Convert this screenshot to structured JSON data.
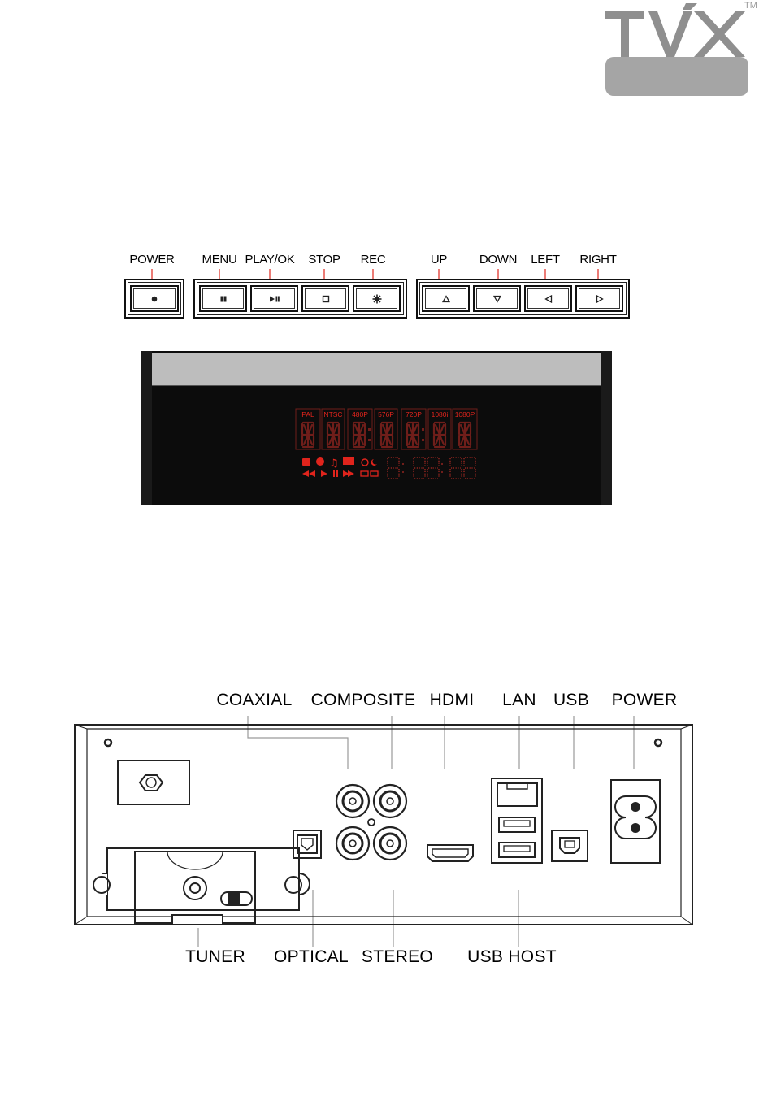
{
  "logo": {
    "brand": "TVX",
    "trademark": "TM"
  },
  "front_buttons": [
    {
      "id": "power",
      "label": "POWER",
      "icon": "power-dot-icon"
    },
    {
      "id": "menu",
      "label": "MENU",
      "icon": "menu-icon"
    },
    {
      "id": "play-ok",
      "label": "PLAY/OK",
      "icon": "play-pause-icon"
    },
    {
      "id": "stop",
      "label": "STOP",
      "icon": "stop-icon"
    },
    {
      "id": "rec",
      "label": "REC",
      "icon": "record-icon"
    },
    {
      "id": "up",
      "label": "UP",
      "icon": "triangle-up-icon"
    },
    {
      "id": "down",
      "label": "DOWN",
      "icon": "triangle-down-icon"
    },
    {
      "id": "left",
      "label": "LEFT",
      "icon": "triangle-left-icon"
    },
    {
      "id": "right",
      "label": "RIGHT",
      "icon": "triangle-right-icon"
    }
  ],
  "display": {
    "formats": [
      "PAL",
      "NTSC",
      "480P",
      "576P",
      "720P",
      "1080i",
      "1080P"
    ],
    "accent_color": "#e0241c",
    "panel_color": "#0c0c0c"
  },
  "rear_ports": {
    "top_labels": [
      "COAXIAL",
      "COMPOSITE",
      "HDMI",
      "LAN",
      "USB",
      "POWER"
    ],
    "bottom_labels": [
      "TUNER",
      "OPTICAL",
      "STEREO",
      "USB HOST"
    ]
  }
}
